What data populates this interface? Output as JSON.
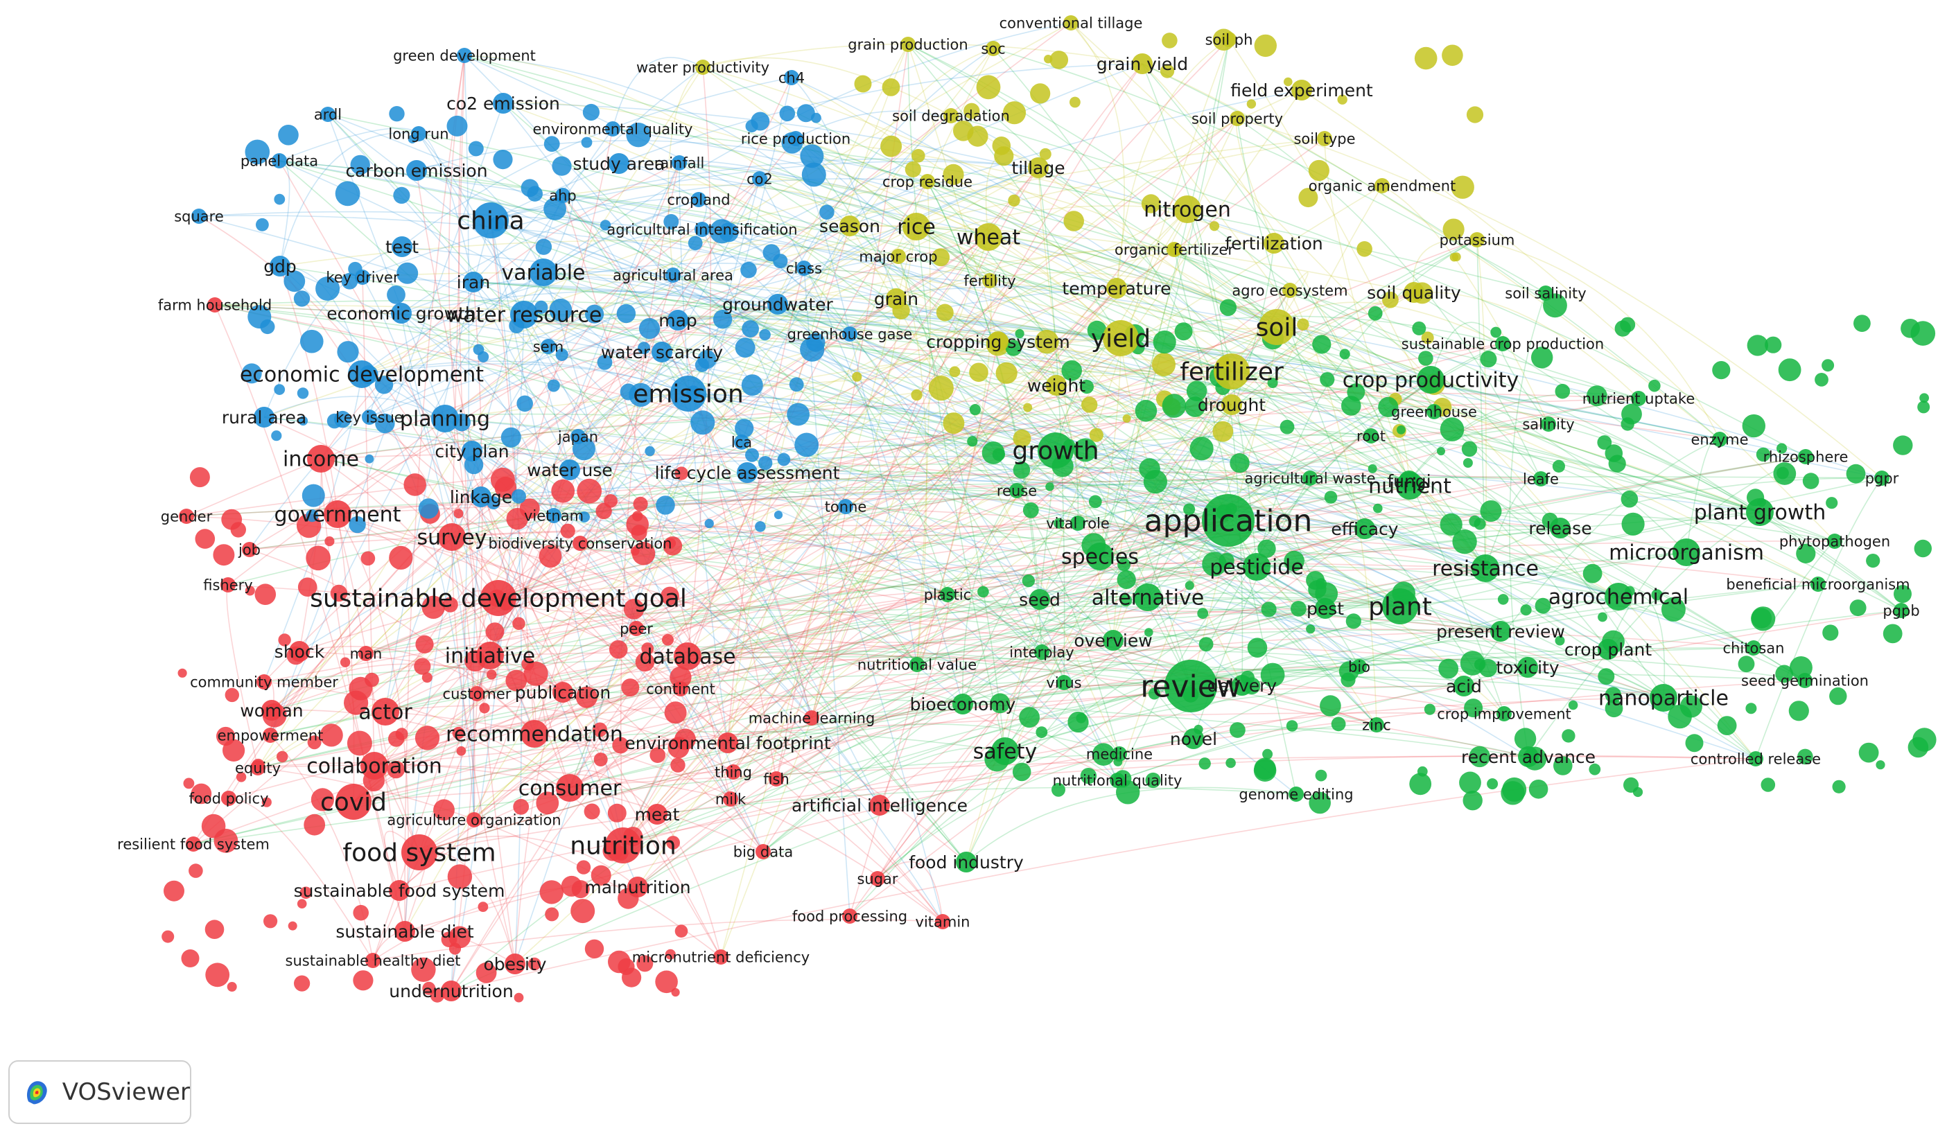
{
  "app": {
    "brand": "VOSviewer"
  },
  "cluster_colors": {
    "red": "#ee3d44",
    "blue": "#1e8ed6",
    "yellow": "#c4c420",
    "green": "#14b541"
  },
  "terms": [
    {
      "label": "green development",
      "cluster": "blue",
      "size": 1
    },
    {
      "label": "water productivity",
      "cluster": "yellow",
      "size": 1
    },
    {
      "label": "ch4",
      "cluster": "blue",
      "size": 1
    },
    {
      "label": "grain production",
      "cluster": "yellow",
      "size": 1
    },
    {
      "label": "soc",
      "cluster": "yellow",
      "size": 1
    },
    {
      "label": "conventional tillage",
      "cluster": "yellow",
      "size": 1
    },
    {
      "label": "soil ph",
      "cluster": "yellow",
      "size": 1
    },
    {
      "label": "grain yield",
      "cluster": "yellow",
      "size": 2
    },
    {
      "label": "field experiment",
      "cluster": "yellow",
      "size": 2
    },
    {
      "label": "ardl",
      "cluster": "blue",
      "size": 1
    },
    {
      "label": "co2 emission",
      "cluster": "blue",
      "size": 2
    },
    {
      "label": "long run",
      "cluster": "blue",
      "size": 1
    },
    {
      "label": "environmental quality",
      "cluster": "blue",
      "size": 1
    },
    {
      "label": "soil degradation",
      "cluster": "yellow",
      "size": 1
    },
    {
      "label": "soil property",
      "cluster": "yellow",
      "size": 1
    },
    {
      "label": "panel data",
      "cluster": "blue",
      "size": 1
    },
    {
      "label": "rice production",
      "cluster": "blue",
      "size": 1
    },
    {
      "label": "soil type",
      "cluster": "yellow",
      "size": 1
    },
    {
      "label": "carbon emission",
      "cluster": "blue",
      "size": 2
    },
    {
      "label": "study area",
      "cluster": "blue",
      "size": 2
    },
    {
      "label": "rainfall",
      "cluster": "blue",
      "size": 1
    },
    {
      "label": "tillage",
      "cluster": "yellow",
      "size": 2
    },
    {
      "label": "crop residue",
      "cluster": "yellow",
      "size": 1
    },
    {
      "label": "organic amendment",
      "cluster": "yellow",
      "size": 1
    },
    {
      "label": "ahp",
      "cluster": "blue",
      "size": 1
    },
    {
      "label": "co2",
      "cluster": "blue",
      "size": 1
    },
    {
      "label": "cropland",
      "cluster": "blue",
      "size": 1
    },
    {
      "label": "nitrogen",
      "cluster": "yellow",
      "size": 3
    },
    {
      "label": "square",
      "cluster": "blue",
      "size": 1
    },
    {
      "label": "china",
      "cluster": "blue",
      "size": 4
    },
    {
      "label": "agricultural intensification",
      "cluster": "blue",
      "size": 1
    },
    {
      "label": "season",
      "cluster": "yellow",
      "size": 2
    },
    {
      "label": "rice",
      "cluster": "yellow",
      "size": 3
    },
    {
      "label": "wheat",
      "cluster": "yellow",
      "size": 3
    },
    {
      "label": "potassium",
      "cluster": "yellow",
      "size": 1
    },
    {
      "label": "fertilization",
      "cluster": "yellow",
      "size": 2
    },
    {
      "label": "test",
      "cluster": "blue",
      "size": 2
    },
    {
      "label": "major crop",
      "cluster": "yellow",
      "size": 1
    },
    {
      "label": "organic fertilizer",
      "cluster": "yellow",
      "size": 1
    },
    {
      "label": "gdp",
      "cluster": "blue",
      "size": 2
    },
    {
      "label": "variable",
      "cluster": "blue",
      "size": 3
    },
    {
      "label": "class",
      "cluster": "blue",
      "size": 1
    },
    {
      "label": "key driver",
      "cluster": "blue",
      "size": 1
    },
    {
      "label": "agricultural area",
      "cluster": "blue",
      "size": 1
    },
    {
      "label": "iran",
      "cluster": "blue",
      "size": 2
    },
    {
      "label": "fertility",
      "cluster": "yellow",
      "size": 1
    },
    {
      "label": "temperature",
      "cluster": "yellow",
      "size": 2
    },
    {
      "label": "agro ecosystem",
      "cluster": "yellow",
      "size": 1
    },
    {
      "label": "soil quality",
      "cluster": "yellow",
      "size": 2
    },
    {
      "label": "soil salinity",
      "cluster": "green",
      "size": 1
    },
    {
      "label": "farm household",
      "cluster": "red",
      "size": 1
    },
    {
      "label": "grain",
      "cluster": "yellow",
      "size": 2
    },
    {
      "label": "groundwater",
      "cluster": "blue",
      "size": 2
    },
    {
      "label": "economic growth",
      "cluster": "blue",
      "size": 2
    },
    {
      "label": "water resource",
      "cluster": "blue",
      "size": 3
    },
    {
      "label": "map",
      "cluster": "blue",
      "size": 2
    },
    {
      "label": "soil",
      "cluster": "yellow",
      "size": 4
    },
    {
      "label": "greenhouse gase",
      "cluster": "blue",
      "size": 1
    },
    {
      "label": "cropping system",
      "cluster": "yellow",
      "size": 2
    },
    {
      "label": "yield",
      "cluster": "yellow",
      "size": 4
    },
    {
      "label": "sustainable crop production",
      "cluster": "green",
      "size": 1
    },
    {
      "label": "sem",
      "cluster": "blue",
      "size": 1
    },
    {
      "label": "water scarcity",
      "cluster": "blue",
      "size": 2
    },
    {
      "label": "economic development",
      "cluster": "blue",
      "size": 3
    },
    {
      "label": "fertilizer",
      "cluster": "yellow",
      "size": 4
    },
    {
      "label": "crop productivity",
      "cluster": "green",
      "size": 3
    },
    {
      "label": "weight",
      "cluster": "yellow",
      "size": 2
    },
    {
      "label": "emission",
      "cluster": "blue",
      "size": 4
    },
    {
      "label": "nutrient uptake",
      "cluster": "green",
      "size": 1
    },
    {
      "label": "drought",
      "cluster": "yellow",
      "size": 2
    },
    {
      "label": "greenhouse",
      "cluster": "green",
      "size": 1
    },
    {
      "label": "rural area",
      "cluster": "blue",
      "size": 2
    },
    {
      "label": "key issue",
      "cluster": "blue",
      "size": 1
    },
    {
      "label": "planning",
      "cluster": "blue",
      "size": 3
    },
    {
      "label": "salinity",
      "cluster": "green",
      "size": 1
    },
    {
      "label": "root",
      "cluster": "green",
      "size": 1
    },
    {
      "label": "enzyme",
      "cluster": "green",
      "size": 1
    },
    {
      "label": "japan",
      "cluster": "blue",
      "size": 1
    },
    {
      "label": "lca",
      "cluster": "blue",
      "size": 1
    },
    {
      "label": "rhizosphere",
      "cluster": "green",
      "size": 1
    },
    {
      "label": "city plan",
      "cluster": "blue",
      "size": 2
    },
    {
      "label": "growth",
      "cluster": "green",
      "size": 4
    },
    {
      "label": "income",
      "cluster": "red",
      "size": 3
    },
    {
      "label": "water use",
      "cluster": "blue",
      "size": 2
    },
    {
      "label": "life cycle assessment",
      "cluster": "blue",
      "size": 2
    },
    {
      "label": "agricultural waste",
      "cluster": "green",
      "size": 1
    },
    {
      "label": "fungi",
      "cluster": "green",
      "size": 2
    },
    {
      "label": "leafe",
      "cluster": "green",
      "size": 1
    },
    {
      "label": "nutrient",
      "cluster": "green",
      "size": 3
    },
    {
      "label": "pgpr",
      "cluster": "green",
      "size": 1
    },
    {
      "label": "linkage",
      "cluster": "blue",
      "size": 2
    },
    {
      "label": "reuse",
      "cluster": "green",
      "size": 1
    },
    {
      "label": "tonne",
      "cluster": "blue",
      "size": 1
    },
    {
      "label": "gender",
      "cluster": "red",
      "size": 1
    },
    {
      "label": "government",
      "cluster": "red",
      "size": 3
    },
    {
      "label": "vietnam",
      "cluster": "blue",
      "size": 1
    },
    {
      "label": "plant growth",
      "cluster": "green",
      "size": 3
    },
    {
      "label": "application",
      "cluster": "green",
      "size": 5
    },
    {
      "label": "vital role",
      "cluster": "green",
      "size": 1
    },
    {
      "label": "efficacy",
      "cluster": "green",
      "size": 2
    },
    {
      "label": "release",
      "cluster": "green",
      "size": 2
    },
    {
      "label": "phytopathogen",
      "cluster": "green",
      "size": 1
    },
    {
      "label": "job",
      "cluster": "red",
      "size": 1
    },
    {
      "label": "survey",
      "cluster": "red",
      "size": 3
    },
    {
      "label": "biodiversity conservation",
      "cluster": "red",
      "size": 1
    },
    {
      "label": "microorganism",
      "cluster": "green",
      "size": 3
    },
    {
      "label": "species",
      "cluster": "green",
      "size": 3
    },
    {
      "label": "pesticide",
      "cluster": "green",
      "size": 3
    },
    {
      "label": "resistance",
      "cluster": "green",
      "size": 3
    },
    {
      "label": "fishery",
      "cluster": "red",
      "size": 1
    },
    {
      "label": "beneficial microorganism",
      "cluster": "green",
      "size": 1
    },
    {
      "label": "sustainable development goal",
      "cluster": "red",
      "size": 4
    },
    {
      "label": "plastic",
      "cluster": "green",
      "size": 1
    },
    {
      "label": "seed",
      "cluster": "green",
      "size": 2
    },
    {
      "label": "alternative",
      "cluster": "green",
      "size": 3
    },
    {
      "label": "plant",
      "cluster": "green",
      "size": 4
    },
    {
      "label": "agrochemical",
      "cluster": "green",
      "size": 3
    },
    {
      "label": "pest",
      "cluster": "green",
      "size": 2
    },
    {
      "label": "pgpb",
      "cluster": "green",
      "size": 1
    },
    {
      "label": "peer",
      "cluster": "red",
      "size": 1
    },
    {
      "label": "present review",
      "cluster": "green",
      "size": 2
    },
    {
      "label": "shock",
      "cluster": "red",
      "size": 2
    },
    {
      "label": "man",
      "cluster": "red",
      "size": 1
    },
    {
      "label": "initiative",
      "cluster": "red",
      "size": 3
    },
    {
      "label": "database",
      "cluster": "red",
      "size": 3
    },
    {
      "label": "overview",
      "cluster": "green",
      "size": 2
    },
    {
      "label": "crop plant",
      "cluster": "green",
      "size": 2
    },
    {
      "label": "chitosan",
      "cluster": "green",
      "size": 1
    },
    {
      "label": "nutritional value",
      "cluster": "green",
      "size": 1
    },
    {
      "label": "interplay",
      "cluster": "green",
      "size": 1
    },
    {
      "label": "bio",
      "cluster": "green",
      "size": 1
    },
    {
      "label": "toxicity",
      "cluster": "green",
      "size": 2
    },
    {
      "label": "community member",
      "cluster": "red",
      "size": 1
    },
    {
      "label": "customer",
      "cluster": "red",
      "size": 1
    },
    {
      "label": "publication",
      "cluster": "red",
      "size": 2
    },
    {
      "label": "continent",
      "cluster": "red",
      "size": 1
    },
    {
      "label": "review",
      "cluster": "green",
      "size": 5
    },
    {
      "label": "delivery",
      "cluster": "green",
      "size": 2
    },
    {
      "label": "virus",
      "cluster": "green",
      "size": 1
    },
    {
      "label": "acid",
      "cluster": "green",
      "size": 2
    },
    {
      "label": "seed germination",
      "cluster": "green",
      "size": 1
    },
    {
      "label": "woman",
      "cluster": "red",
      "size": 2
    },
    {
      "label": "actor",
      "cluster": "red",
      "size": 3
    },
    {
      "label": "nanoparticle",
      "cluster": "green",
      "size": 3
    },
    {
      "label": "bioeconomy",
      "cluster": "green",
      "size": 2
    },
    {
      "label": "machine learning",
      "cluster": "red",
      "size": 1
    },
    {
      "label": "crop improvement",
      "cluster": "green",
      "size": 1
    },
    {
      "label": "zinc",
      "cluster": "green",
      "size": 1
    },
    {
      "label": "empowerment",
      "cluster": "red",
      "size": 1
    },
    {
      "label": "recommendation",
      "cluster": "red",
      "size": 3
    },
    {
      "label": "environmental footprint",
      "cluster": "red",
      "size": 2
    },
    {
      "label": "novel",
      "cluster": "green",
      "size": 2
    },
    {
      "label": "equity",
      "cluster": "red",
      "size": 1
    },
    {
      "label": "safety",
      "cluster": "green",
      "size": 3
    },
    {
      "label": "recent advance",
      "cluster": "green",
      "size": 2
    },
    {
      "label": "controlled release",
      "cluster": "green",
      "size": 1
    },
    {
      "label": "collaboration",
      "cluster": "red",
      "size": 3
    },
    {
      "label": "medicine",
      "cluster": "green",
      "size": 1
    },
    {
      "label": "thing",
      "cluster": "red",
      "size": 1
    },
    {
      "label": "fish",
      "cluster": "red",
      "size": 1
    },
    {
      "label": "consumer",
      "cluster": "red",
      "size": 3
    },
    {
      "label": "food policy",
      "cluster": "red",
      "size": 1
    },
    {
      "label": "nutritional quality",
      "cluster": "green",
      "size": 1
    },
    {
      "label": "genome editing",
      "cluster": "green",
      "size": 1
    },
    {
      "label": "covid",
      "cluster": "red",
      "size": 4
    },
    {
      "label": "milk",
      "cluster": "red",
      "size": 1
    },
    {
      "label": "artificial intelligence",
      "cluster": "red",
      "size": 2
    },
    {
      "label": "meat",
      "cluster": "red",
      "size": 2
    },
    {
      "label": "agriculture organization",
      "cluster": "red",
      "size": 1
    },
    {
      "label": "resilient food system",
      "cluster": "red",
      "size": 1
    },
    {
      "label": "nutrition",
      "cluster": "red",
      "size": 4
    },
    {
      "label": "food system",
      "cluster": "red",
      "size": 4
    },
    {
      "label": "big data",
      "cluster": "red",
      "size": 1
    },
    {
      "label": "food industry",
      "cluster": "green",
      "size": 2
    },
    {
      "label": "sugar",
      "cluster": "red",
      "size": 1
    },
    {
      "label": "malnutrition",
      "cluster": "red",
      "size": 2
    },
    {
      "label": "sustainable food system",
      "cluster": "red",
      "size": 2
    },
    {
      "label": "food processing",
      "cluster": "red",
      "size": 1
    },
    {
      "label": "vitamin",
      "cluster": "red",
      "size": 1
    },
    {
      "label": "sustainable diet",
      "cluster": "red",
      "size": 2
    },
    {
      "label": "micronutrient deficiency",
      "cluster": "red",
      "size": 1
    },
    {
      "label": "sustainable healthy diet",
      "cluster": "red",
      "size": 1
    },
    {
      "label": "obesity",
      "cluster": "red",
      "size": 2
    },
    {
      "label": "undernutrition",
      "cluster": "red",
      "size": 2
    }
  ]
}
